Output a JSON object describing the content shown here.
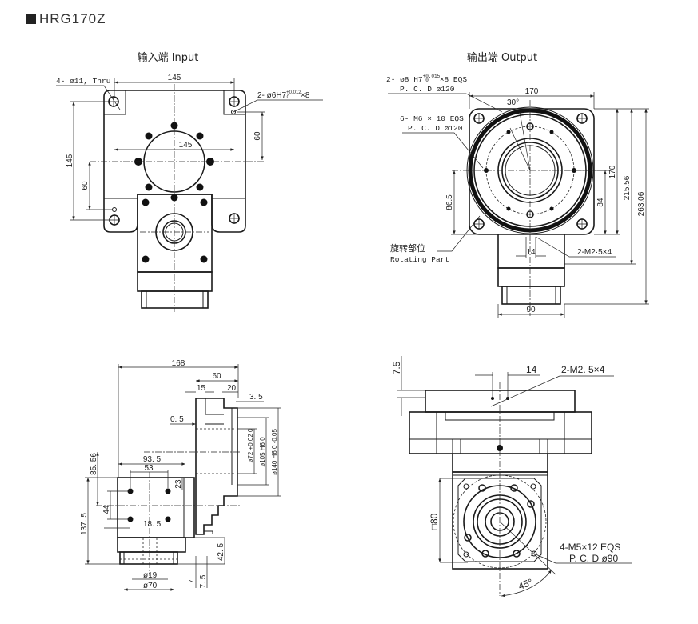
{
  "header": {
    "title": "HRG170Z"
  },
  "input_view": {
    "title": "输入端 Input",
    "dim_width": "145",
    "dim_height": "145",
    "dim_inner": "145",
    "dim_60_left": "60",
    "dim_60_right": "60",
    "thru_hole": "4- ø11, Thru",
    "pin_hole": "2- ø6H7",
    "pin_tol_upper": "+0.012",
    "pin_tol_lower": "0",
    "pin_qty": "×8"
  },
  "output_view": {
    "title": "输出端 Output",
    "pin_hole_line1": "2- ø8 H7",
    "pin_tol_upper": "+0.015",
    "pin_tol_lower": "0",
    "pin_hole_qty": "×8 EQS",
    "pin_pcd": "P. C. D ø120",
    "screw_line1": "6- M6 × 10 EQS",
    "screw_pcd": "P. C. D ø120",
    "angle": "30°",
    "dim_width": "170",
    "dim_170": "170",
    "dim_215": "215.56",
    "dim_263": "263.06",
    "dim_84": "84",
    "dim_86": "86.5",
    "dim_14": "14",
    "dim_90": "90",
    "rotating_cn": "旋转部位",
    "rotating_en": "Rotating Part",
    "m2_holes": "2-M2·5×4"
  },
  "side_view": {
    "dim_168": "168",
    "dim_60": "60",
    "dim_15": "15",
    "dim_20": "20",
    "dim_3_5": "3. 5",
    "dim_0_5": "0. 5",
    "dim_93_5": "93. 5",
    "dim_53": "53",
    "dim_23": "23",
    "dim_85_56": "85. 56",
    "dim_44": "44",
    "dim_137_5": "137. 5",
    "dim_18_5": "18. 5",
    "dim_d19": "ø19",
    "dim_d70": "ø70",
    "dim_42_5": "42. 5",
    "dim_7": "7",
    "dim_7_5": "7. 5",
    "dim_d72": "ø72 +0.02 0",
    "dim_d105": "ø105 H6 0",
    "dim_d140": "ø140 H6 0 -0.05"
  },
  "bottom_view": {
    "dim_7_5": "7.5",
    "dim_14": "14",
    "m2_holes": "2-M2. 5×4",
    "dim_sq80": "□80",
    "m5_holes": "4-M5×12 EQS",
    "m5_pcd": "P. C. D ø90",
    "angle": "45°"
  }
}
